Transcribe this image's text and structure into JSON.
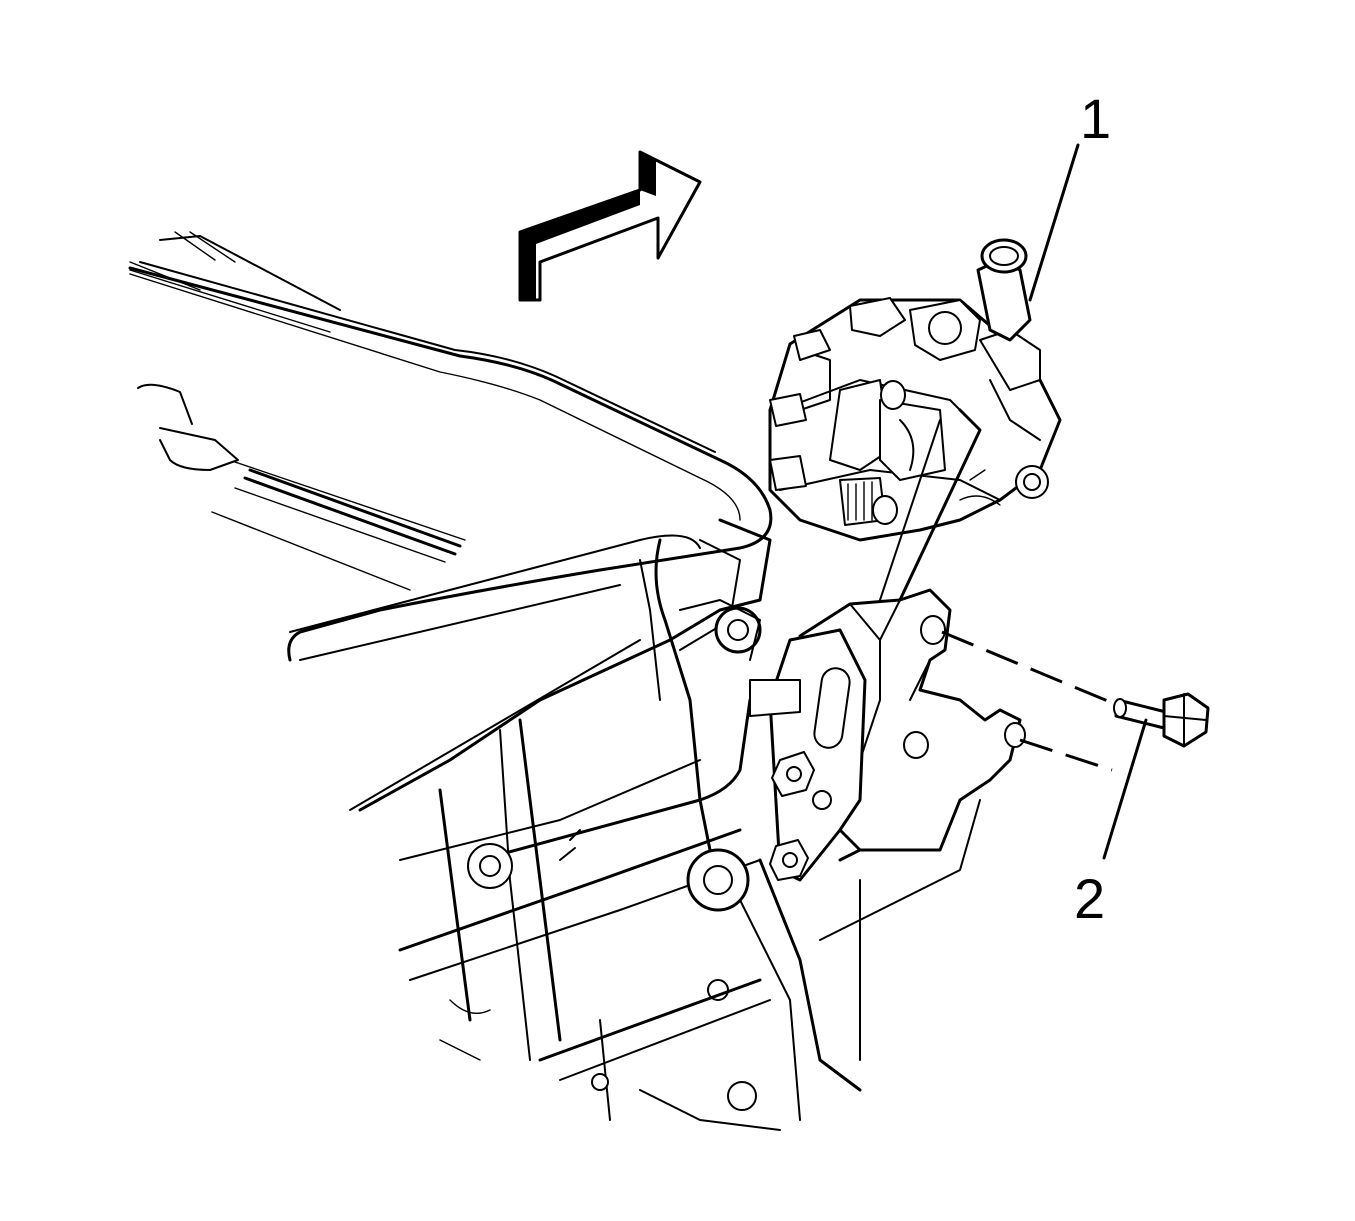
{
  "callouts": [
    {
      "id": "callout-1",
      "label": "1"
    },
    {
      "id": "callout-2",
      "label": "2"
    }
  ],
  "colors": {
    "line": "#000000",
    "background": "#ffffff"
  }
}
